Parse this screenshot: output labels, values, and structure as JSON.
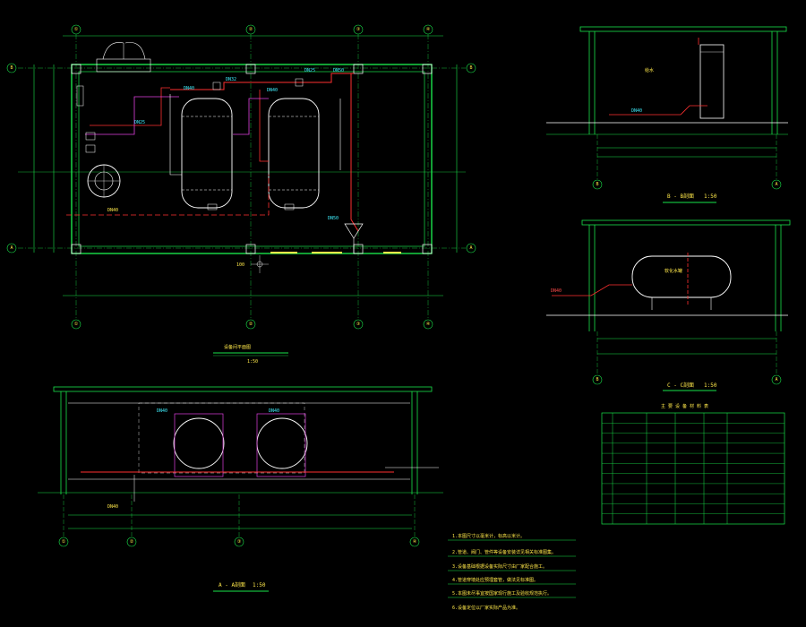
{
  "colors": {
    "background": "#000000",
    "wall": "#19e34a",
    "equipment": "#ffffff",
    "pipe_red": "#ff3030",
    "pipe_magenta": "#e040e0",
    "dimension": "#19e34a",
    "text_yellow": "#ffe84a",
    "text_cyan": "#3ff0ff"
  },
  "plan": {
    "grid_top": [
      "①",
      "②",
      "③",
      "④"
    ],
    "grid_left": [
      "B",
      "A"
    ],
    "scale_label": "1:50",
    "center_label": "100"
  },
  "section_b": {
    "title": "B - B剖面",
    "scale": "1:50",
    "grid": [
      "B",
      "A"
    ]
  },
  "section_c": {
    "title": "C - C剖面",
    "scale": "1:50",
    "grid": [
      "B",
      "A"
    ]
  },
  "section_a": {
    "title": "A - A剖面",
    "scale": "1:50",
    "grid": [
      "①",
      "②",
      "③",
      "④"
    ]
  },
  "equipment_table": {
    "title": "主 要 设 备 材 料 表",
    "rows": 10
  }
}
